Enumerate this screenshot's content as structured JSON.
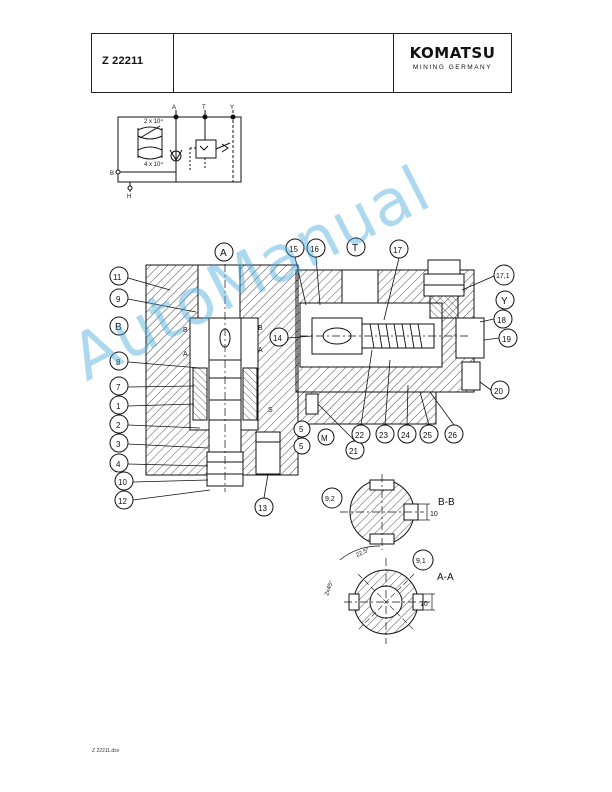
{
  "header": {
    "code": "Z 22211",
    "brand": "KOMATSU",
    "brand_sub": "MINING GERMANY"
  },
  "schematic": {
    "port_a": "A",
    "port_t": "T",
    "port_y": "Y",
    "port_b": "B",
    "port_h": "H",
    "orifice_top": "2 x 10⁴",
    "orifice_bottom": "4 x 10⁴"
  },
  "callouts": {
    "c1": "1",
    "c2": "2",
    "c3": "3",
    "c4": "4",
    "c5a": "5",
    "c5b": "5",
    "c7": "7",
    "c8": "8",
    "c9": "9",
    "c10": "10",
    "c11": "11",
    "c12": "12",
    "c13": "13",
    "c14": "14",
    "c15": "15",
    "c16": "16",
    "c17": "17",
    "c17_1": "17,1",
    "c18": "18",
    "c19": "19",
    "c20": "20",
    "c21": "21",
    "c22": "22",
    "c23": "23",
    "c24": "24",
    "c25": "25",
    "c26": "26",
    "cA": "A",
    "cT": "T",
    "cB": "B",
    "cY": "Y",
    "cM": "M",
    "cS": "S",
    "c9_1": "9,1",
    "c9_2": "9,2"
  },
  "section_labels": {
    "bb": "B-B",
    "aa": "A-A",
    "dim_bb": "10",
    "dim_aa": "10",
    "angle": "22,5°",
    "angle2": "2x45°",
    "mark_b": "B",
    "mark_b2": "B",
    "mark_a": "A",
    "mark_a2": "A"
  },
  "footer": "Z 22211.dsv",
  "watermark": "AutoManual"
}
